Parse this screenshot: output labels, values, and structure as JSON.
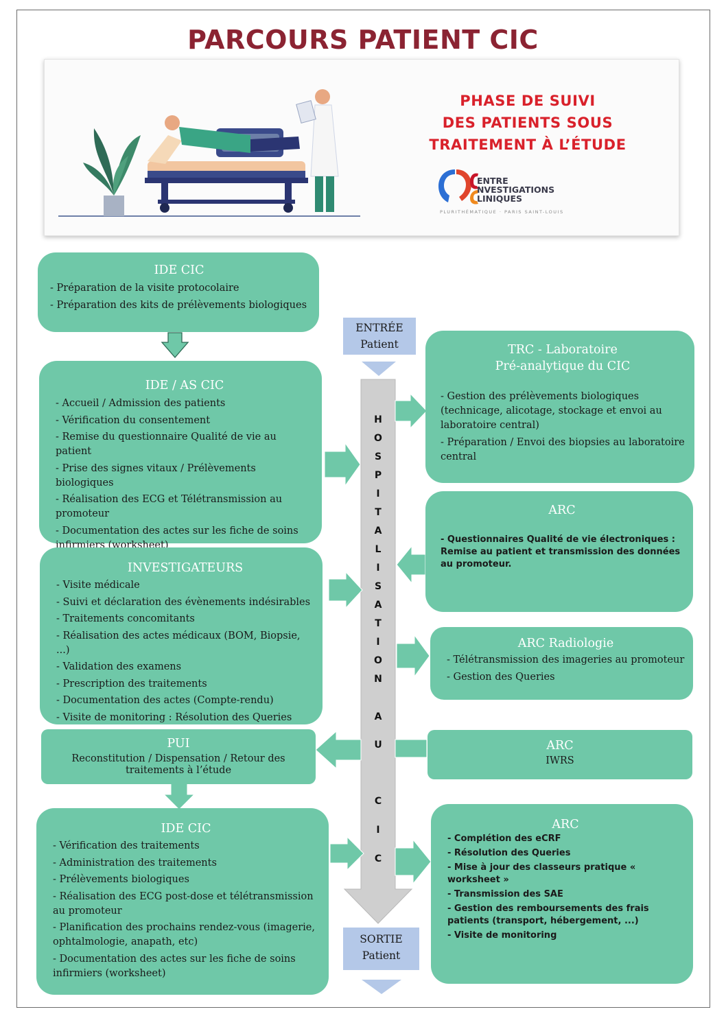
{
  "title": "PARCOURS PATIENT CIC",
  "banner": {
    "phase_lines": [
      "PHASE DE SUIVI",
      "DES PATIENTS SOUS",
      "TRAITEMENT À L’ÉTUDE"
    ],
    "logo_lines": [
      "ENTRE",
      "NVESTIGATIONS",
      "LINIQUES"
    ],
    "logo_subtitle": "PLURITHÉMATIQUE · PARIS SAINT-LOUIS"
  },
  "entry": {
    "line1": "ENTRÉE",
    "line2": "Patient"
  },
  "exit": {
    "line1": "SORTIE",
    "line2": "Patient"
  },
  "trunk_letters": [
    "H",
    "O",
    "S",
    "P",
    "I",
    "T",
    "A",
    "L",
    "I",
    "S",
    "A",
    "T",
    "I",
    "O",
    "N",
    "A",
    "U",
    "C",
    "I",
    "C"
  ],
  "boxes": {
    "ide_cic_1": {
      "title": "IDE CIC",
      "items": [
        "- Préparation de la visite protocolaire",
        "- Préparation des kits de prélèvements biologiques"
      ]
    },
    "ide_as_cic": {
      "title": "IDE / AS CIC",
      "items": [
        "- Accueil / Admission des patients",
        "- Vérification du consentement",
        "- Remise du questionnaire Qualité de vie au patient",
        "- Prise des signes vitaux / Prélèvements biologiques",
        "- Réalisation des ECG et Télétransmission au promoteur",
        "- Documentation des actes sur les fiche de soins infirmiers (worksheet)"
      ]
    },
    "investigateurs": {
      "title": "INVESTIGATEURS",
      "items": [
        "- Visite médicale",
        "- Suivi et déclaration des évènements indésirables",
        "- Traitements concomitants",
        "- Réalisation des actes médicaux (BOM, Biopsie, ...)",
        "- Validation des examens",
        "- Prescription des traitements",
        "- Documentation des actes (Compte-rendu)",
        "- Visite de monitoring : Résolution des Queries"
      ]
    },
    "pui": {
      "title": "PUI",
      "text": "Reconstitution / Dispensation / Retour des traitements à l’étude"
    },
    "ide_cic_2": {
      "title": "IDE CIC",
      "items": [
        "- Vérification des traitements",
        "- Administration des traitements",
        "- Prélèvements biologiques",
        "- Réalisation des ECG post-dose et télétransmission au promoteur",
        "- Planification des prochains rendez-vous (imagerie, ophtalmologie, anapath, etc)",
        "- Documentation des actes sur les fiche de soins infirmiers (worksheet)"
      ]
    },
    "trc_labo": {
      "title_line1": "TRC - Laboratoire",
      "title_line2": "Pré-analytique du CIC",
      "items": [
        "- Gestion des prélèvements biologiques (technicage, alicotage, stockage et envoi au laboratoire central)",
        "- Préparation / Envoi des biopsies au laboratoire central"
      ]
    },
    "arc_qdv": {
      "title": "ARC",
      "items": [
        "- Questionnaires Qualité de vie électroniques : Remise au patient et transmission des données au promoteur."
      ]
    },
    "arc_radiologie": {
      "title": "ARC Radiologie",
      "items": [
        "- Télétransmission des imageries au promoteur",
        "- Gestion des Queries"
      ]
    },
    "arc_iwrs": {
      "title": "ARC",
      "text": "IWRS"
    },
    "arc_ecrf": {
      "title": "ARC",
      "items": [
        "- Complétion des eCRF",
        "- Résolution des Queries",
        "- Mise à jour des classeurs pratique « worksheet »",
        "- Transmission des SAE",
        "- Gestion des remboursements des frais patients (transport, hébergement, ...)",
        "- Visite de monitoring"
      ]
    }
  },
  "colors": {
    "box": "#6fc8a8",
    "title": "#8b2332",
    "tag": "#b4c8e8",
    "trunk": "#cfcfcf"
  }
}
